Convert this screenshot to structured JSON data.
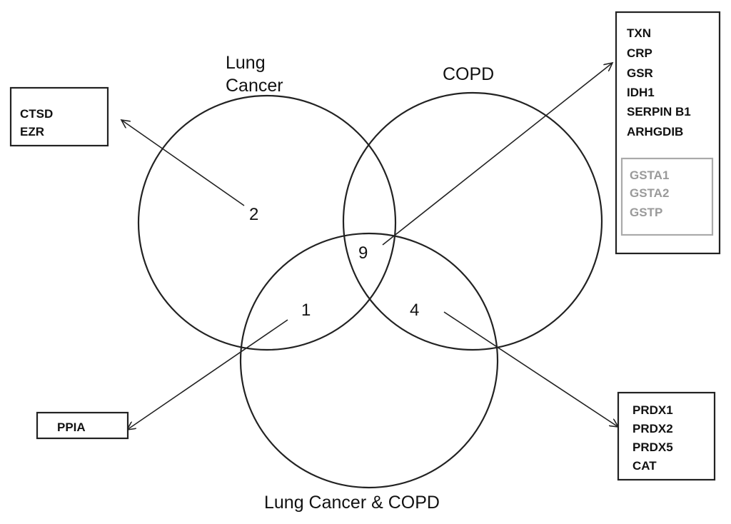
{
  "sets": {
    "lung_cancer": {
      "label_line1": "Lung",
      "label_line2": "Cancer"
    },
    "copd": {
      "label": "COPD"
    },
    "both": {
      "label": "Lung Cancer & COPD"
    }
  },
  "counts": {
    "lung_cancer_only": "2",
    "lung_cancer_and_both": "1",
    "all_three": "9",
    "copd_and_both": "4"
  },
  "gene_boxes": {
    "lung_cancer_only": [
      "CTSD",
      "EZR"
    ],
    "lung_cancer_and_both": [
      "PPIA"
    ],
    "all_three": {
      "main": [
        "TXN",
        "CRP",
        "GSR",
        "IDH1",
        "SERPIN B1",
        "ARHGDIB"
      ],
      "inner": [
        "GSTA1",
        "GSTA2",
        "GSTP"
      ]
    },
    "copd_and_both": [
      "PRDX1",
      "PRDX2",
      "PRDX5",
      "CAT"
    ]
  },
  "colors": {
    "line": "#222222",
    "text": "#111111",
    "muted_text": "#9a9a9a",
    "inner_box_border": "#aaaaaa"
  }
}
